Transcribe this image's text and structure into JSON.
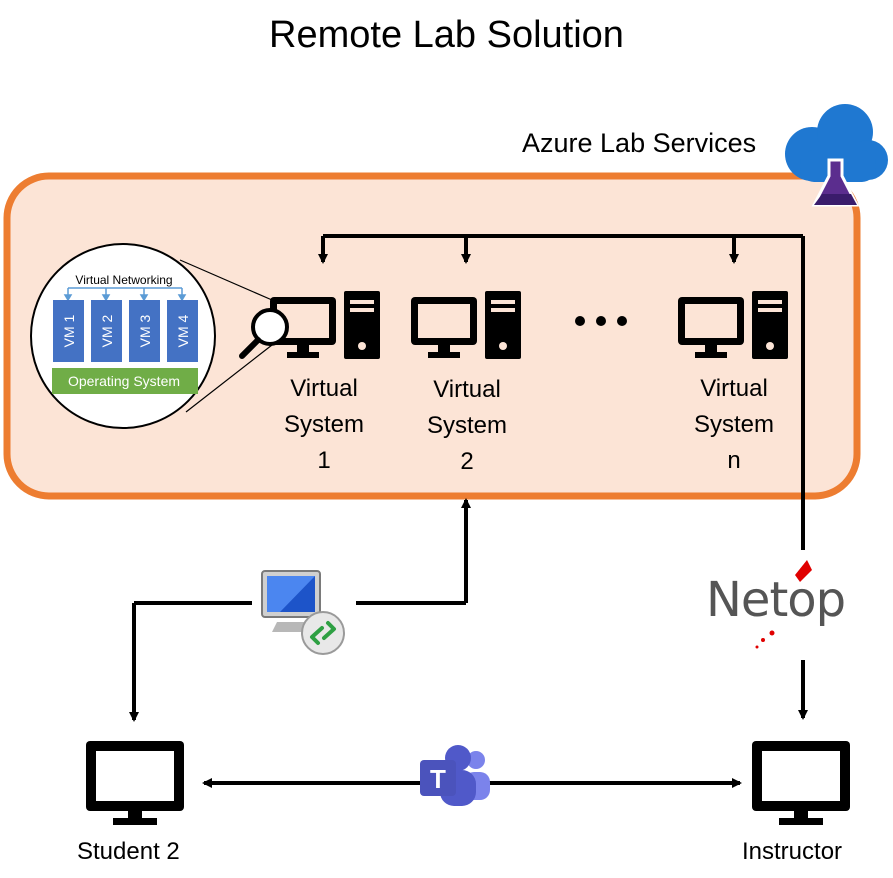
{
  "title": "Remote Lab Solution",
  "azure": {
    "label": "Azure Lab Services",
    "colors": {
      "box_fill": "#fce4d6",
      "box_border": "#ed7d31",
      "cloud": "#1f78d1",
      "flask": "#5b2d8e"
    }
  },
  "zoom_detail": {
    "networking_label": "Virtual Networking",
    "vms": [
      "VM 1",
      "VM 2",
      "VM 3",
      "VM 4"
    ],
    "os_label": "Operating System",
    "colors": {
      "vm": "#4472c4",
      "os": "#70ad47"
    }
  },
  "virtual_systems": [
    {
      "line1": "Virtual",
      "line2": "System",
      "line3": "1"
    },
    {
      "line1": "Virtual",
      "line2": "System",
      "line3": "2"
    },
    {
      "line1": "Virtual",
      "line2": "System",
      "line3": "n"
    }
  ],
  "ellipsis": "•••",
  "netop": {
    "text": "Netop",
    "icon": "netop-logo"
  },
  "rdp_icon": "remote-desktop-icon",
  "teams_icon": "microsoft-teams-icon",
  "endpoints": {
    "student": "Student 2",
    "instructor": "Instructor"
  }
}
